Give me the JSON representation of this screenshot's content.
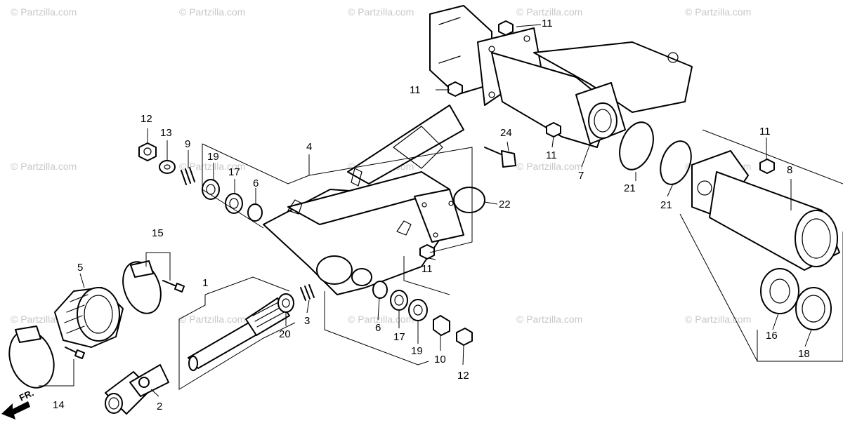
{
  "watermark": "© Partzilla.com",
  "direction_label": "FR.",
  "callouts": {
    "c1": "1",
    "c2": "2",
    "c3": "3",
    "c4": "4",
    "c5": "5",
    "c6a": "6",
    "c6b": "6",
    "c7": "7",
    "c8": "8",
    "c9": "9",
    "c10": "10",
    "c11a": "11",
    "c11b": "11",
    "c11c": "11",
    "c11d": "11",
    "c11e": "11",
    "c12a": "12",
    "c12b": "12",
    "c13": "13",
    "c14": "14",
    "c15": "15",
    "c16": "16",
    "c17a": "17",
    "c17b": "17",
    "c18": "18",
    "c19a": "19",
    "c19b": "19",
    "c20": "20",
    "c21a": "21",
    "c21b": "21",
    "c22": "22",
    "c24": "24"
  }
}
